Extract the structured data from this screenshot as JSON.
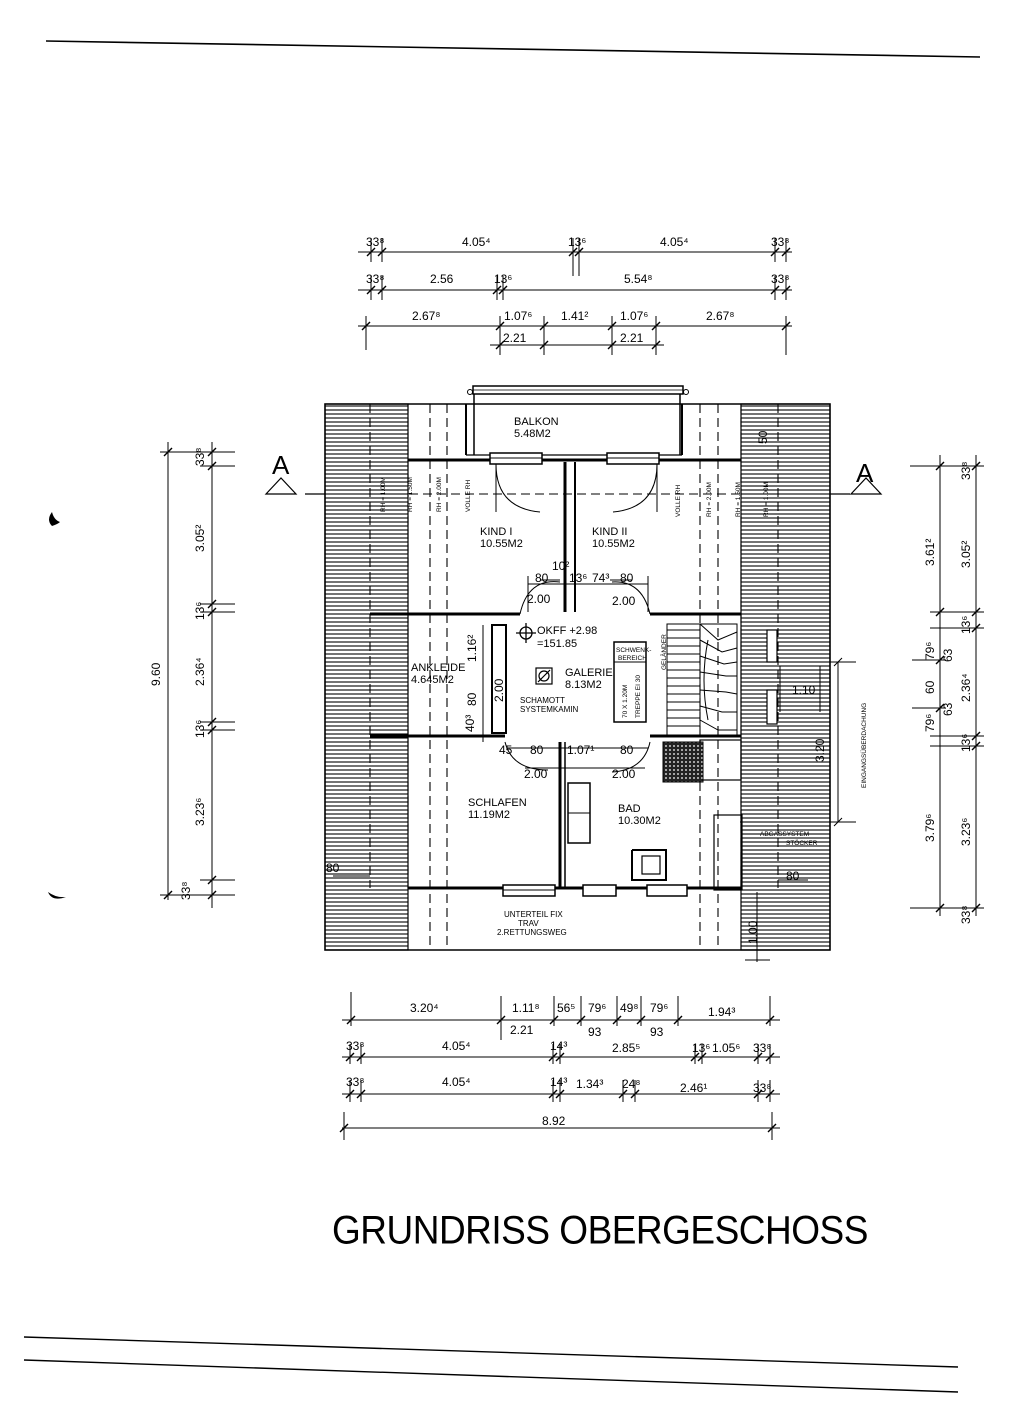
{
  "title": "GRUNDRISS OBERGESCHOSS",
  "rooms": [
    {
      "id": "balkon",
      "name": "BALKON",
      "area": "5.48M2"
    },
    {
      "id": "kind1",
      "name": "KIND I",
      "area": "10.55M2"
    },
    {
      "id": "kind2",
      "name": "KIND II",
      "area": "10.55M2"
    },
    {
      "id": "ankleide",
      "name": "ANKLEIDE",
      "area": "4.645M2"
    },
    {
      "id": "galerie",
      "name": "GALERIE",
      "area": "8.13M2"
    },
    {
      "id": "schlafen",
      "name": "SCHLAFEN",
      "area": "11.19M2"
    },
    {
      "id": "bad",
      "name": "BAD",
      "area": "10.30M2"
    }
  ],
  "annotations": {
    "okff_1": "OKFF +2.98",
    "okff_2": "=151.85",
    "kamin_1": "SCHAMOTT",
    "kamin_2": "SYSTEMKAMIN",
    "unterteil_1": "UNTERTEIL FIX",
    "unterteil_2": "TRAV",
    "unterteil_3": "2.RETTUNGSWEG",
    "schwenk_1": "SCHWENK-",
    "schwenk_2": "BEREICH",
    "treppe_1": "70 X 1.20M",
    "treppe_2": "TREPPE EI 30",
    "gelaender": "GELÄNDER",
    "abgas_1": "ABGASSYSTEM",
    "abgas_2": "STÖCKER",
    "eingang": "EINGANGSÜBERDACHUNG",
    "section_left": "A",
    "section_right": "A",
    "volle_rh": "VOLLE RH",
    "rh_200": "RH = 2.00M",
    "rh_150": "RH = 1.50M",
    "rh_100": "RH = 1.00M"
  },
  "dimensions": {
    "top_row1": [
      "33⁸",
      "4.05⁴",
      "13⁶",
      "4.05⁴",
      "33⁸"
    ],
    "top_row2": [
      "33⁸",
      "2.56",
      "13⁶",
      "5.54⁸",
      "33⁸"
    ],
    "top_row3": [
      "2.67⁸",
      "1.07⁶",
      "1.41²",
      "1.07⁶",
      "2.67⁸"
    ],
    "top_row3_sub": [
      "2.21",
      "2.21"
    ],
    "bottom_row1": [
      "3.20⁴",
      "1.11⁸",
      "56⁵",
      "79⁶",
      "49⁸",
      "79⁶",
      "1.94³"
    ],
    "bottom_row1_sub": [
      "2.21",
      "93",
      "93"
    ],
    "bottom_row2": [
      "33⁸",
      "4.05⁴",
      "14³",
      "2.85⁵",
      "13⁶",
      "1.05⁶",
      "33⁸"
    ],
    "bottom_row3": [
      "33⁸",
      "4.05⁴",
      "14³",
      "1.34³",
      "24⁸",
      "2.46¹",
      "33⁸"
    ],
    "bottom_total": "8.92",
    "left_total": "9.60",
    "left_segments": [
      "33⁸",
      "3.05²",
      "13⁶",
      "2.36⁴",
      "13⁶",
      "3.23⁶",
      "33⁸"
    ],
    "right_outer": [
      "33⁸",
      "3.05²",
      "13⁶",
      "2.36⁴",
      "13⁶",
      "3.23⁶",
      "33⁸"
    ],
    "right_inner": [
      "3.61²",
      "79⁶",
      "60",
      "79⁶",
      "3.79⁶"
    ],
    "right_small": [
      "63",
      "63"
    ],
    "right_porch": [
      "1.10",
      "3.20"
    ],
    "interior": {
      "d80a": "80",
      "d10": "10²",
      "d13": "13⁶",
      "d74": "74³",
      "d80b": "80",
      "d200a": "2.00",
      "d200b": "2.00",
      "d116": "1.16²",
      "d80v": "80",
      "d200v": "2.00",
      "d40": "40³",
      "d45": "45",
      "d80c": "80",
      "d107": "1.07¹",
      "d80d": "80",
      "d200c": "2.00",
      "d200d": "2.00",
      "d80l": "80",
      "d80r": "80",
      "d100": "1.00",
      "d50": "50"
    }
  }
}
